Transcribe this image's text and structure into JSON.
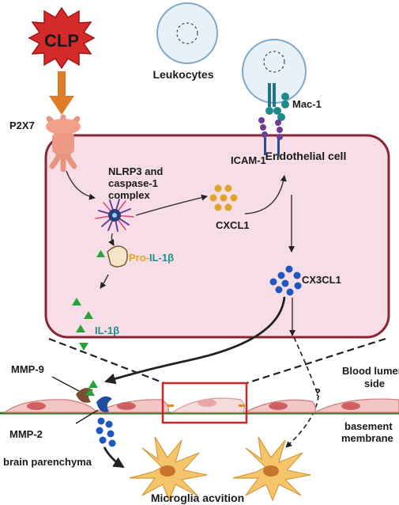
{
  "stimulus": {
    "label": "CLP"
  },
  "receptors": {
    "p2x7": "P2X7",
    "mac1": "Mac-1",
    "icam1": "ICAM-1"
  },
  "cells": {
    "leukocytes": "Leukocytes",
    "endothelial": "Endothelial cell"
  },
  "complex": {
    "line1": "NLRP3 and",
    "line2": "caspase-1",
    "line3": "complex"
  },
  "cytokines": {
    "pro_prefix": "Pro-",
    "pro_suffix": "IL-1β",
    "il1b": "IL-1β",
    "cxcl1": "CXCL1",
    "cx3cl1": "CX3CL1"
  },
  "enzymes": {
    "mmp9": "MMP-9",
    "mmp2": "MMP-2"
  },
  "regions": {
    "blood_line1": "Blood lumen",
    "blood_line2": "side",
    "basement_line1": "basement",
    "basement_line2": "membrane",
    "parenchyma": "brain parenchyma",
    "unknown": "?"
  },
  "outcome": {
    "label": "Microglia acvition"
  },
  "colors": {
    "clp_red": "#d52a2a",
    "cell_fill": "#f7dde5",
    "cell_border": "#8a2538",
    "cxcl1": "#e0a526",
    "cx3cl1": "#1f57c0",
    "il1b": "#27a33a",
    "pro_text": "#e3a61a",
    "il_text": "#1f8e8e",
    "microglia": "#f6c56b",
    "membrane_green": "#3a7a24"
  }
}
